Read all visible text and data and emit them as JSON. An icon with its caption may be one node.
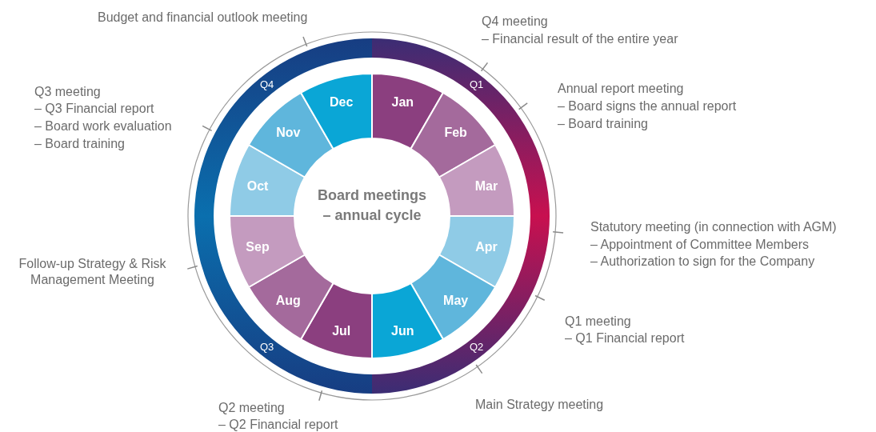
{
  "diagram": {
    "nodes": [
      {
        "text": [
          "Board meetings – annual cycle"
        ]
      },
      {
        "text": [
          "Jan"
        ]
      },
      {
        "text": [
          "Feb"
        ]
      },
      {
        "text": [
          "Mar"
        ]
      },
      {
        "text": [
          "Apr"
        ]
      },
      {
        "text": [
          "May"
        ]
      },
      {
        "text": [
          "Jun"
        ]
      },
      {
        "text": [
          "Jul"
        ]
      },
      {
        "text": [
          "Aug"
        ]
      },
      {
        "text": [
          "Sep"
        ]
      },
      {
        "text": [
          "Oct"
        ]
      },
      {
        "text": [
          "Nov"
        ]
      },
      {
        "text": [
          "Dec"
        ]
      }
    ],
    "labels": [
      "Budget and financial outlook meeting",
      "Q4 meeting",
      "– Financial result of the entire year",
      "Q3 meeting",
      "– Q3 Financial report",
      "– Board work evaluation",
      "– Board training",
      "Annual report meeting",
      "– Board signs the annual report",
      "– Board training",
      "Q4",
      "Q1",
      "Statutory meeting (in connection with AGM)",
      "– Appointment of Committee Members",
      "– Authorization to sign for the Company",
      "Follow-up Strategy & Risk Management Meeting",
      "Q1 meeting",
      "– Q1 Financial report",
      "Q3",
      "Q2",
      "Q2 meeting",
      "Main Strategy meeting",
      "– Q2 Financial report"
    ]
  }
}
